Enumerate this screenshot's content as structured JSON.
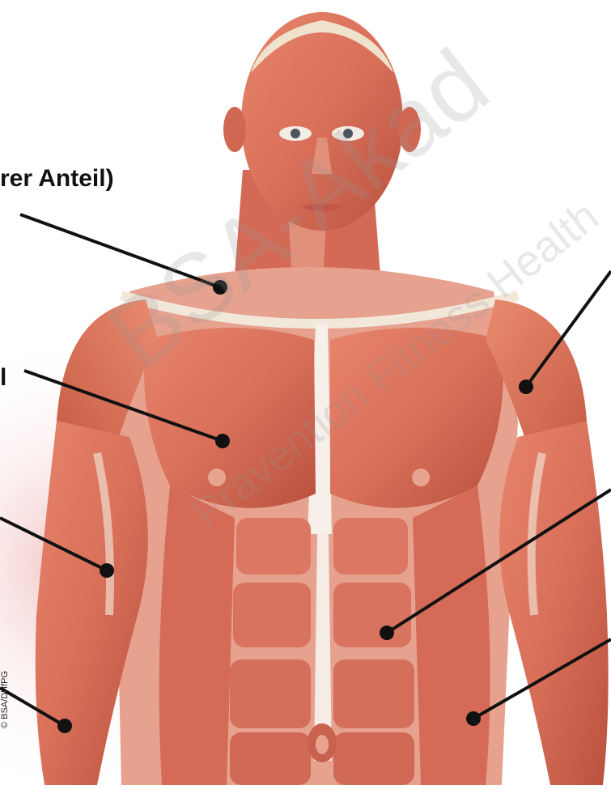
{
  "labels": {
    "trapezius": "rer Anteil)",
    "pectoralis": "l"
  },
  "watermark": {
    "main": "BSA-Akad",
    "sub": "Prävention Fitness Health"
  },
  "copyright": "© BSA/DHfPG",
  "colors": {
    "muscle": "#d9705a",
    "muscle_dark": "#b24a37",
    "tendon": "#f1e7d9",
    "skin_base": "#e8b6a2",
    "leader": "#111111"
  }
}
